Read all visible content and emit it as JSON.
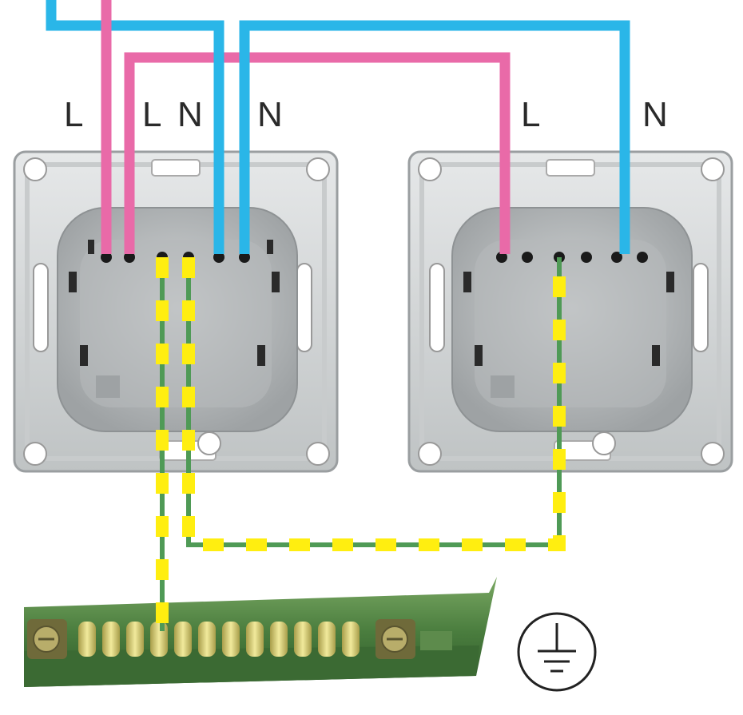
{
  "terminal_labels": {
    "left_L1": "L",
    "left_L2": "L",
    "left_N1": "N",
    "left_N2": "N",
    "right_L": "L",
    "right_N": "N"
  },
  "colors": {
    "live_wire": "#e96aa8",
    "neutral_wire": "#2ab6e8",
    "earth_wire_green": "#4f9a56",
    "earth_wire_yellow": "#ffee10",
    "socket_body": "#b9bcbd",
    "socket_frame": "#d8dadb",
    "terminal_block": "#4a7d3e",
    "terminal_brass": "#d9d17e"
  },
  "symbols": {
    "ground": "ground-icon"
  }
}
